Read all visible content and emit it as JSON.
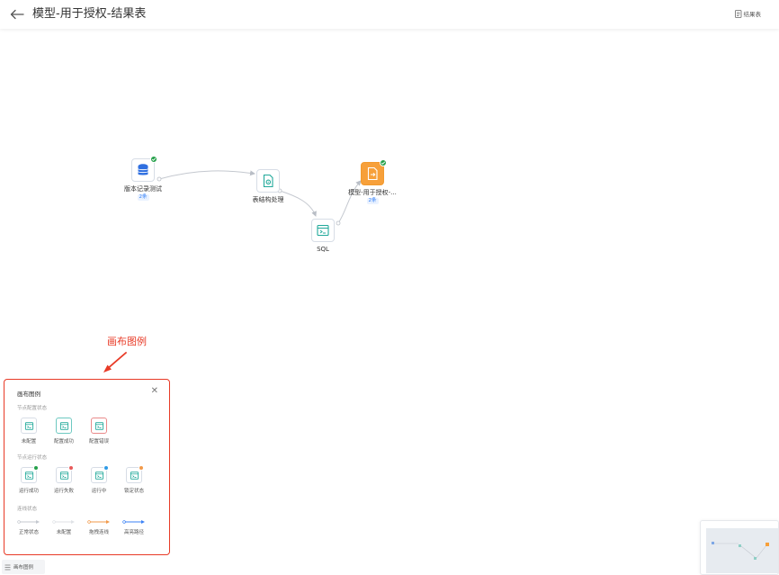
{
  "header": {
    "title": "模型-用于授权-结果表",
    "result_button": "结果表"
  },
  "nodes": [
    {
      "label": "版本记录测试",
      "count": "2条"
    },
    {
      "label": "表结构处理"
    },
    {
      "label": "SQL"
    },
    {
      "label": "模型-用于授权-...",
      "count": "2条"
    }
  ],
  "annotation": "画布图例",
  "legend": {
    "title": "画布图例",
    "config_section": "节点配置状态",
    "config_items": [
      "未配置",
      "配置成功",
      "配置错误"
    ],
    "run_section": "节点运行状态",
    "run_items": [
      "运行成功",
      "运行失败",
      "运行中",
      "锁定状态"
    ],
    "line_section": "连线状态",
    "line_items": [
      "正常状态",
      "未配置",
      "拖拽连线",
      "高亮路径"
    ]
  },
  "legend_toggle": "画布图例",
  "colors": {
    "success": "#25a04a",
    "error": "#e85a5a",
    "running": "#2f9be6",
    "locked": "#f29a4a",
    "accent_orange": "#f7a03a",
    "highlight_line": "#3b82f6",
    "drag_line": "#f29a4a",
    "annotation_red": "#e83a26"
  },
  "icons": {
    "back": "arrow-left-icon",
    "result": "document-icon",
    "source_node": "database-icon",
    "structure_node": "file-settings-icon",
    "sql_node": "sql-terminal-icon",
    "output_node": "file-export-icon",
    "close": "close-icon"
  }
}
